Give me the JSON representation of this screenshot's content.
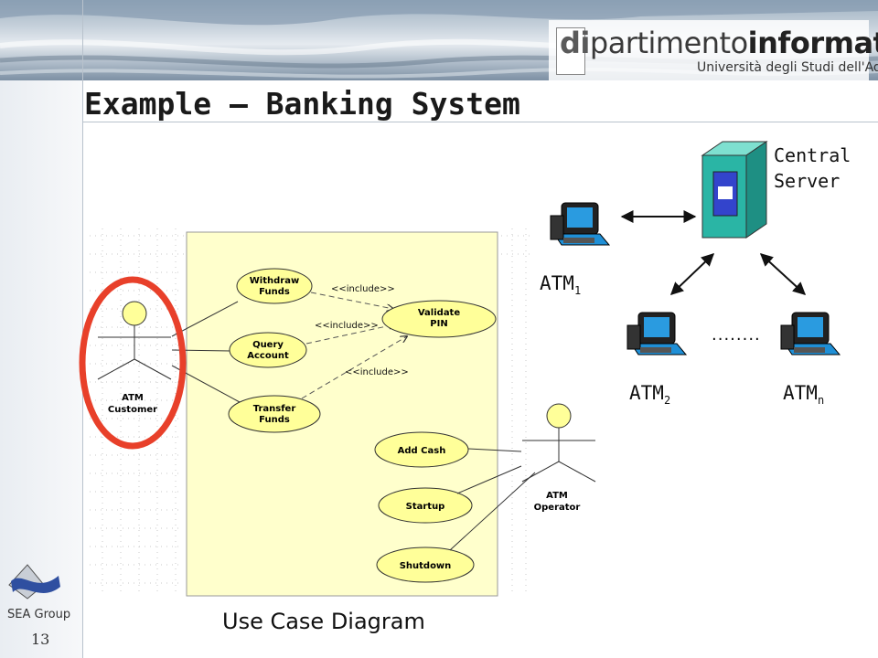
{
  "header": {
    "logo_part1": "di",
    "logo_part2": "partimento",
    "logo_part3": "informatica",
    "university": "Università degli Studi dell'Aquila"
  },
  "title": "Example – Banking System",
  "footer": {
    "group": "SEA Group",
    "page_number": "13"
  },
  "use_case_diagram": {
    "caption": "Use Case Diagram",
    "actors": {
      "customer": "ATM Customer",
      "operator": "ATM Operator"
    },
    "customer_lines": [
      "ATM",
      "Customer"
    ],
    "operator_lines": [
      "ATM",
      "Operator"
    ],
    "use_cases": {
      "withdraw": [
        "Withdraw",
        "Funds"
      ],
      "query": [
        "Query",
        "Account"
      ],
      "transfer": [
        "Transfer",
        "Funds"
      ],
      "validate": [
        "Validate",
        "PIN"
      ],
      "add_cash": "Add Cash",
      "startup": "Startup",
      "shutdown": "Shutdown"
    },
    "include_label": "<<include>>"
  },
  "network": {
    "server_line1": "Central",
    "server_line2": "Server",
    "atm_base": "ATM",
    "atm1_sub": "1",
    "atm2_sub": "2",
    "atmn_sub": "n",
    "ellipsis": "........"
  },
  "colors": {
    "highlight_circle": "#e8402a",
    "use_case_fill": "#ffff99",
    "system_boundary_fill": "#ffffcc",
    "server_fill": "#2ab5a5",
    "server_screen": "#3344cc"
  }
}
